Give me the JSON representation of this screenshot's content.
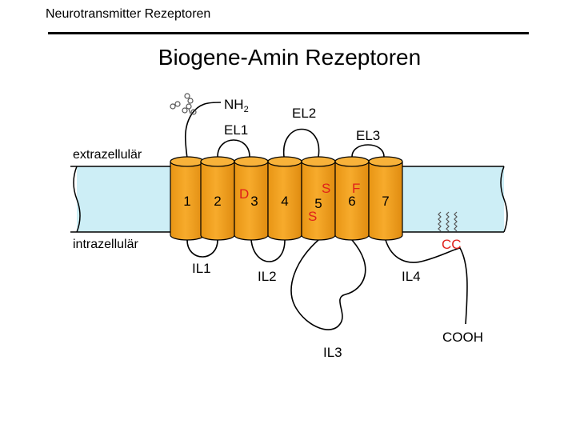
{
  "header": {
    "title": "Neurotransmitter Rezeptoren"
  },
  "slide": {
    "title": "Biogene-Amin Rezeptoren"
  },
  "diagram": {
    "membrane": {
      "extracellular_label": "extrazellulär",
      "intracellular_label": "intrazellulär",
      "membrane_color": "#cdeef6",
      "helix_color": "#f6a623"
    },
    "helices": [
      "1",
      "2",
      "3",
      "4",
      "5",
      "6",
      "7"
    ],
    "residues": {
      "d": "D",
      "s1": "S",
      "s2": "S",
      "f": "F",
      "cc": "CC",
      "color": "#e0201b"
    },
    "termini": {
      "n_prefix": "NH",
      "n_subscript": "2",
      "c": "COOH"
    },
    "loops": {
      "el1": "EL1",
      "el2": "EL2",
      "el3": "EL3",
      "il1": "IL1",
      "il2": "IL2",
      "il3": "IL3",
      "il4": "IL4"
    }
  }
}
